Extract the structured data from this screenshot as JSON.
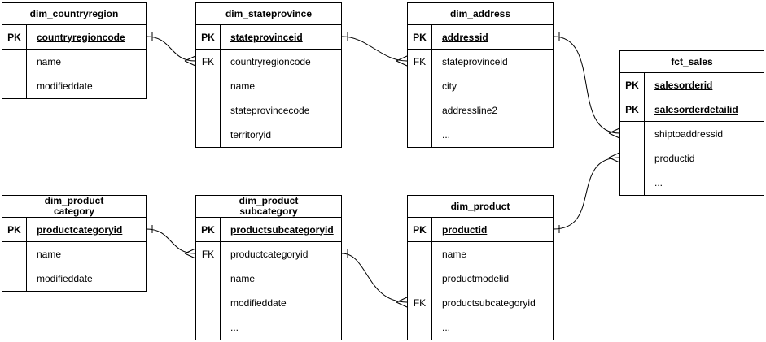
{
  "diagram": {
    "type": "entity-relationship",
    "colors": {
      "line": "#000000",
      "text": "#000000",
      "background": "#ffffff"
    },
    "tables": [
      {
        "title": "dim_countryregion",
        "rows": [
          {
            "key": "PK",
            "field": "countryregioncode"
          },
          {
            "key": "",
            "field": "name"
          },
          {
            "key": "",
            "field": "modifieddate"
          }
        ]
      },
      {
        "title": "dim_stateprovince",
        "rows": [
          {
            "key": "PK",
            "field": "stateprovinceid"
          },
          {
            "key": "FK",
            "field": "countryregioncode"
          },
          {
            "key": "",
            "field": "name"
          },
          {
            "key": "",
            "field": "stateprovincecode"
          },
          {
            "key": "",
            "field": "territoryid"
          }
        ]
      },
      {
        "title": "dim_address",
        "rows": [
          {
            "key": "PK",
            "field": "addressid"
          },
          {
            "key": "FK",
            "field": "stateprovinceid"
          },
          {
            "key": "",
            "field": "city"
          },
          {
            "key": "",
            "field": "addressline2"
          },
          {
            "key": "",
            "field": "..."
          }
        ]
      },
      {
        "title": "fct_sales",
        "rows": [
          {
            "key": "PK",
            "field": "salesorderid"
          },
          {
            "key": "PK",
            "field": "salesorderdetailid"
          },
          {
            "key": "",
            "field": "shiptoaddressid"
          },
          {
            "key": "",
            "field": "productid"
          },
          {
            "key": "",
            "field": "..."
          }
        ]
      },
      {
        "title": "dim_product\ncategory",
        "rows": [
          {
            "key": "PK",
            "field": "productcategoryid"
          },
          {
            "key": "",
            "field": "name"
          },
          {
            "key": "",
            "field": "modifieddate"
          }
        ]
      },
      {
        "title": "dim_product\nsubcategory",
        "rows": [
          {
            "key": "PK",
            "field": "productsubcategoryid"
          },
          {
            "key": "FK",
            "field": "productcategoryid"
          },
          {
            "key": "",
            "field": "name"
          },
          {
            "key": "",
            "field": "modifieddate"
          },
          {
            "key": "",
            "field": "..."
          }
        ]
      },
      {
        "title": "dim_product",
        "rows": [
          {
            "key": "PK",
            "field": "productid"
          },
          {
            "key": "",
            "field": "name"
          },
          {
            "key": "",
            "field": "productmodelid"
          },
          {
            "key": "FK",
            "field": "productsubcategoryid"
          },
          {
            "key": "",
            "field": "..."
          }
        ]
      }
    ],
    "relationships": [
      {
        "from": "dim_countryregion.countryregioncode",
        "to": "dim_stateprovince.countryregioncode",
        "cardinality": "one-to-many"
      },
      {
        "from": "dim_stateprovince.stateprovinceid",
        "to": "dim_address.stateprovinceid",
        "cardinality": "one-to-many"
      },
      {
        "from": "dim_address.addressid",
        "to": "fct_sales.shiptoaddressid",
        "cardinality": "one-to-many"
      },
      {
        "from": "dim_product.productid",
        "to": "fct_sales.productid",
        "cardinality": "one-to-many"
      },
      {
        "from": "dim_product category.productcategoryid",
        "to": "dim_product subcategory.productcategoryid",
        "cardinality": "one-to-many"
      },
      {
        "from": "dim_product subcategory.productsubcategoryid",
        "to": "dim_product.productsubcategoryid",
        "cardinality": "one-to-many"
      }
    ]
  }
}
